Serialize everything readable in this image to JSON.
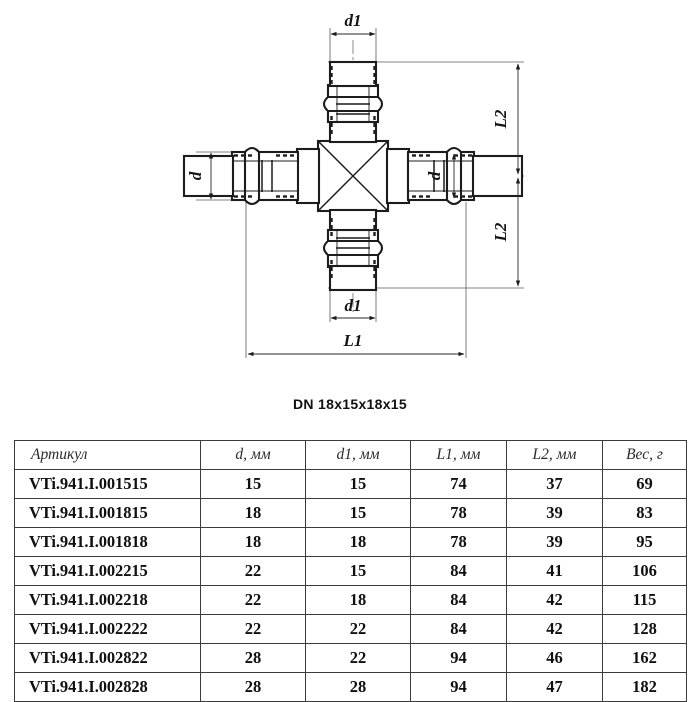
{
  "drawing": {
    "name": "press-fitting-cross-technical-drawing",
    "dimension_labels": {
      "top_d1": "d1",
      "bottom_d1": "d1",
      "left_d": "d",
      "right_d": "d",
      "upper_l2": "L2",
      "lower_l2": "L2",
      "overall_l1": "L1"
    }
  },
  "caption": "DN 18x15x18x15",
  "table": {
    "headers": [
      "Артикул",
      "d, мм",
      "d1, мм",
      "L1, мм",
      "L2, мм",
      "Вес, г"
    ],
    "rows": [
      {
        "article": "VTi.941.I.001515",
        "d": "15",
        "d1": "15",
        "L1": "74",
        "L2": "37",
        "weight": "69"
      },
      {
        "article": "VTi.941.I.001815",
        "d": "18",
        "d1": "15",
        "L1": "78",
        "L2": "39",
        "weight": "83"
      },
      {
        "article": "VTi.941.I.001818",
        "d": "18",
        "d1": "18",
        "L1": "78",
        "L2": "39",
        "weight": "95"
      },
      {
        "article": "VTi.941.I.002215",
        "d": "22",
        "d1": "15",
        "L1": "84",
        "L2": "41",
        "weight": "106"
      },
      {
        "article": "VTi.941.I.002218",
        "d": "22",
        "d1": "18",
        "L1": "84",
        "L2": "42",
        "weight": "115"
      },
      {
        "article": "VTi.941.I.002222",
        "d": "22",
        "d1": "22",
        "L1": "84",
        "L2": "42",
        "weight": "128"
      },
      {
        "article": "VTi.941.I.002822",
        "d": "28",
        "d1": "22",
        "L1": "94",
        "L2": "46",
        "weight": "162"
      },
      {
        "article": "VTi.941.I.002828",
        "d": "28",
        "d1": "28",
        "L1": "94",
        "L2": "47",
        "weight": "182"
      }
    ]
  },
  "colors": {
    "line": "#1c1c1c",
    "extension_line": "#5a5a5a",
    "center_line": "#6b6b6b",
    "text": "#101010",
    "background": "#ffffff"
  }
}
